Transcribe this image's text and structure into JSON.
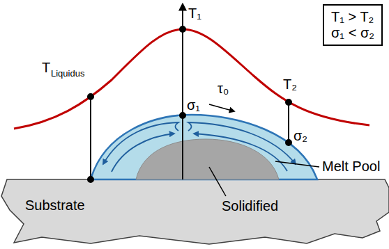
{
  "diagram": {
    "nodes": [
      {
        "text": [
          "T₁ > T₂",
          "σ₁ < σ₂"
        ]
      }
    ],
    "labels": [
      "T₁",
      "T₂",
      "T",
      "Liquidus",
      "σ₁",
      "τ₀",
      "σ₂",
      "Melt Pool",
      "Substrate",
      "Solidified"
    ]
  }
}
